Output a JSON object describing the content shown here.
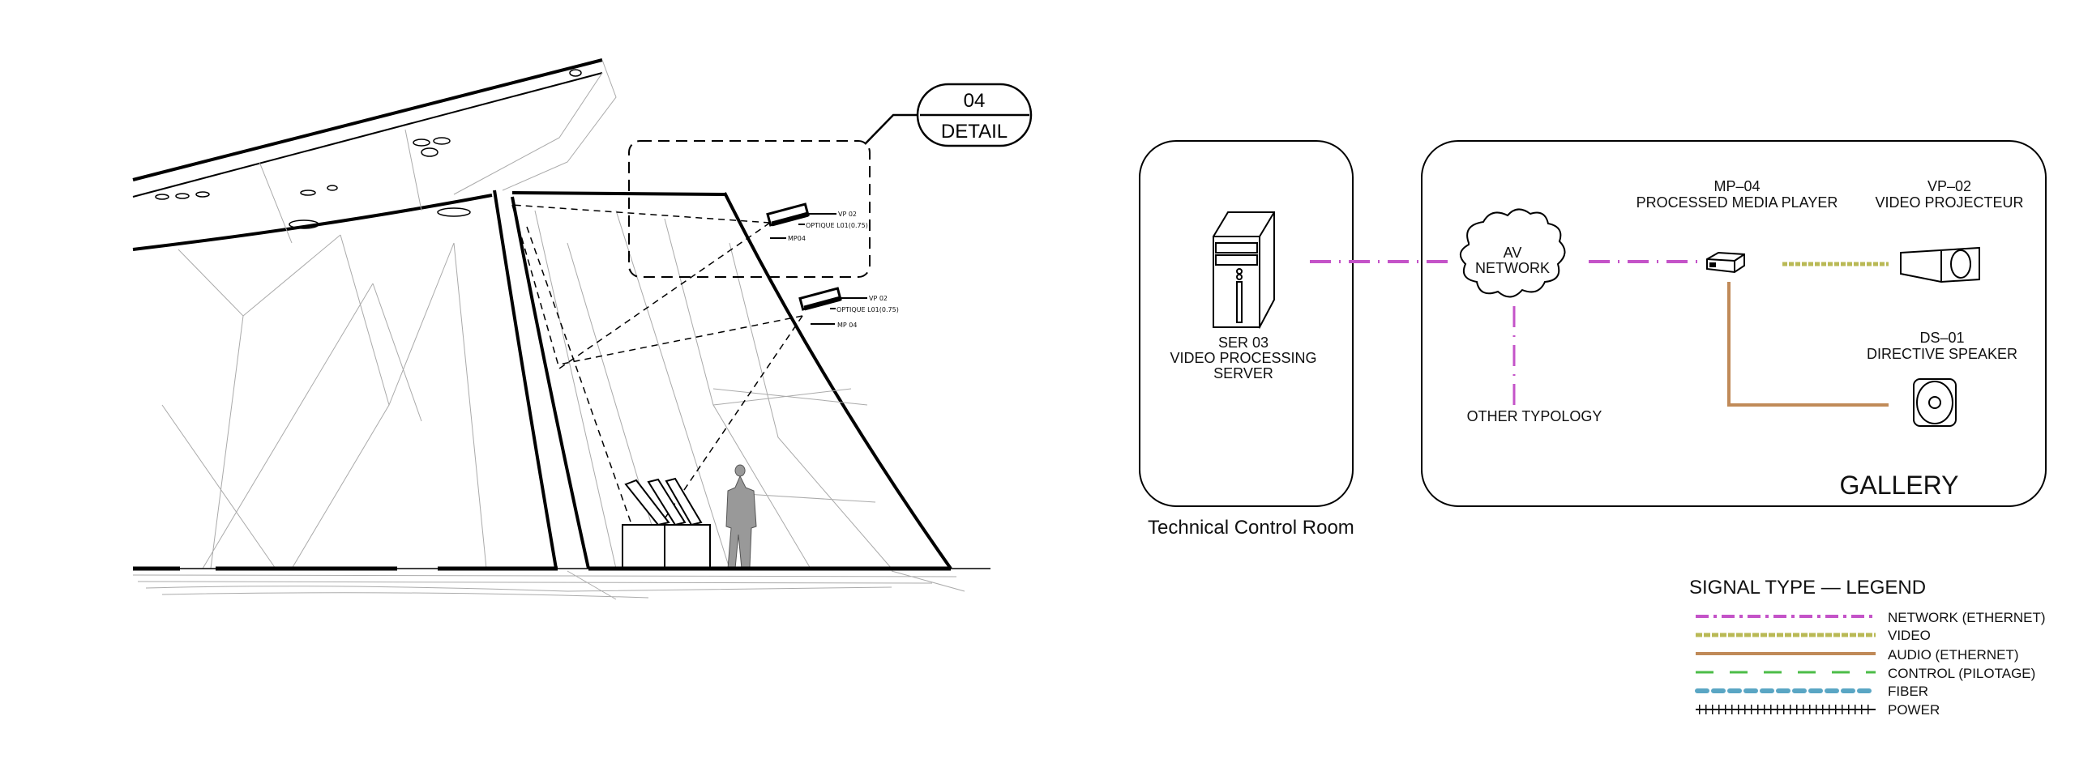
{
  "detail_callout": {
    "number": "04",
    "label": "DETAIL"
  },
  "section_labels": [
    {
      "vp": "VP 02",
      "optique": "OPTIQUE L01(0.75)",
      "mp": "MP04"
    },
    {
      "vp": "VP 02",
      "optique": "OPTIQUE L01(0.75)",
      "mp": "MP 04"
    }
  ],
  "rooms": {
    "technical": "Technical Control Room",
    "gallery": "GALLERY"
  },
  "devices": {
    "server": {
      "id": "SER 03",
      "line1": "VIDEO PROCESSING",
      "line2": "SERVER"
    },
    "network": {
      "line1": "AV",
      "line2": "NETWORK"
    },
    "other": "OTHER TYPOLOGY",
    "media_player": {
      "id": "MP–04",
      "name": "PROCESSED MEDIA PLAYER"
    },
    "projector": {
      "id": "VP–02",
      "name": "VIDEO PROJECTEUR"
    },
    "speaker": {
      "id": "DS–01",
      "name": "DIRECTIVE SPEAKER"
    }
  },
  "legend": {
    "title": "SIGNAL TYPE — LEGEND",
    "items": [
      {
        "label": "NETWORK (ETHERNET)",
        "color": "#c453c8"
      },
      {
        "label": "VIDEO",
        "color": "#b9b955"
      },
      {
        "label": "AUDIO (ETHERNET)",
        "color": "#c08a58"
      },
      {
        "label": "CONTROL (PILOTAGE)",
        "color": "#4cbc48"
      },
      {
        "label": "FIBER",
        "color": "#5aa6c4"
      },
      {
        "label": "POWER",
        "color": "#111111"
      }
    ]
  }
}
